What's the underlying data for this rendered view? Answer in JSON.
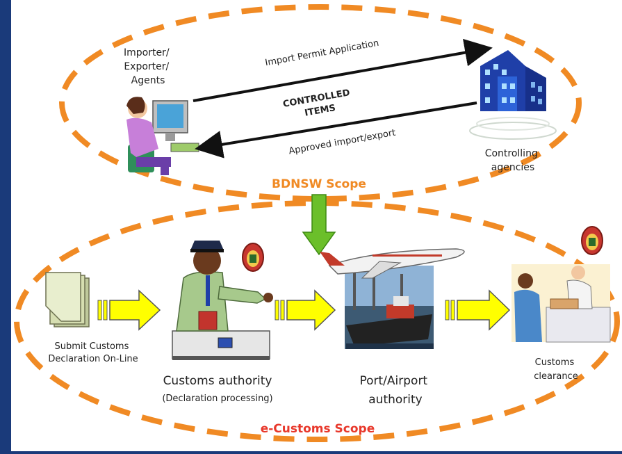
{
  "diagram": {
    "top": {
      "actor_lines": [
        "Importer/",
        "Exporter/",
        "Agents"
      ],
      "arrow_top_label": "Import Permit Application",
      "center_lines": [
        "CONTROLLED",
        "ITEMS"
      ],
      "arrow_bottom_label": "Approved import/export",
      "agency_lines": [
        "Controlling",
        "agencies"
      ],
      "scope_label": "BDNSW Scope"
    },
    "bottom": {
      "submit_lines": [
        "Submit Customs",
        "Declaration On-Line"
      ],
      "authority_label": "Customs authority",
      "authority_sub": "(Declaration processing)",
      "port_lines": [
        "Port/Airport",
        "authority"
      ],
      "clearance_lines": [
        "Customs",
        "clearance"
      ],
      "scope_label": "e-Customs Scope"
    },
    "colors": {
      "scope_orange": "#f08a24",
      "bdnsw_text": "#f08a24",
      "ecustoms_text": "#e8382b",
      "arrow_yellow": "#ffff00",
      "arrow_green": "#6bbf2a",
      "frame_navy": "#1a3a7a"
    }
  }
}
